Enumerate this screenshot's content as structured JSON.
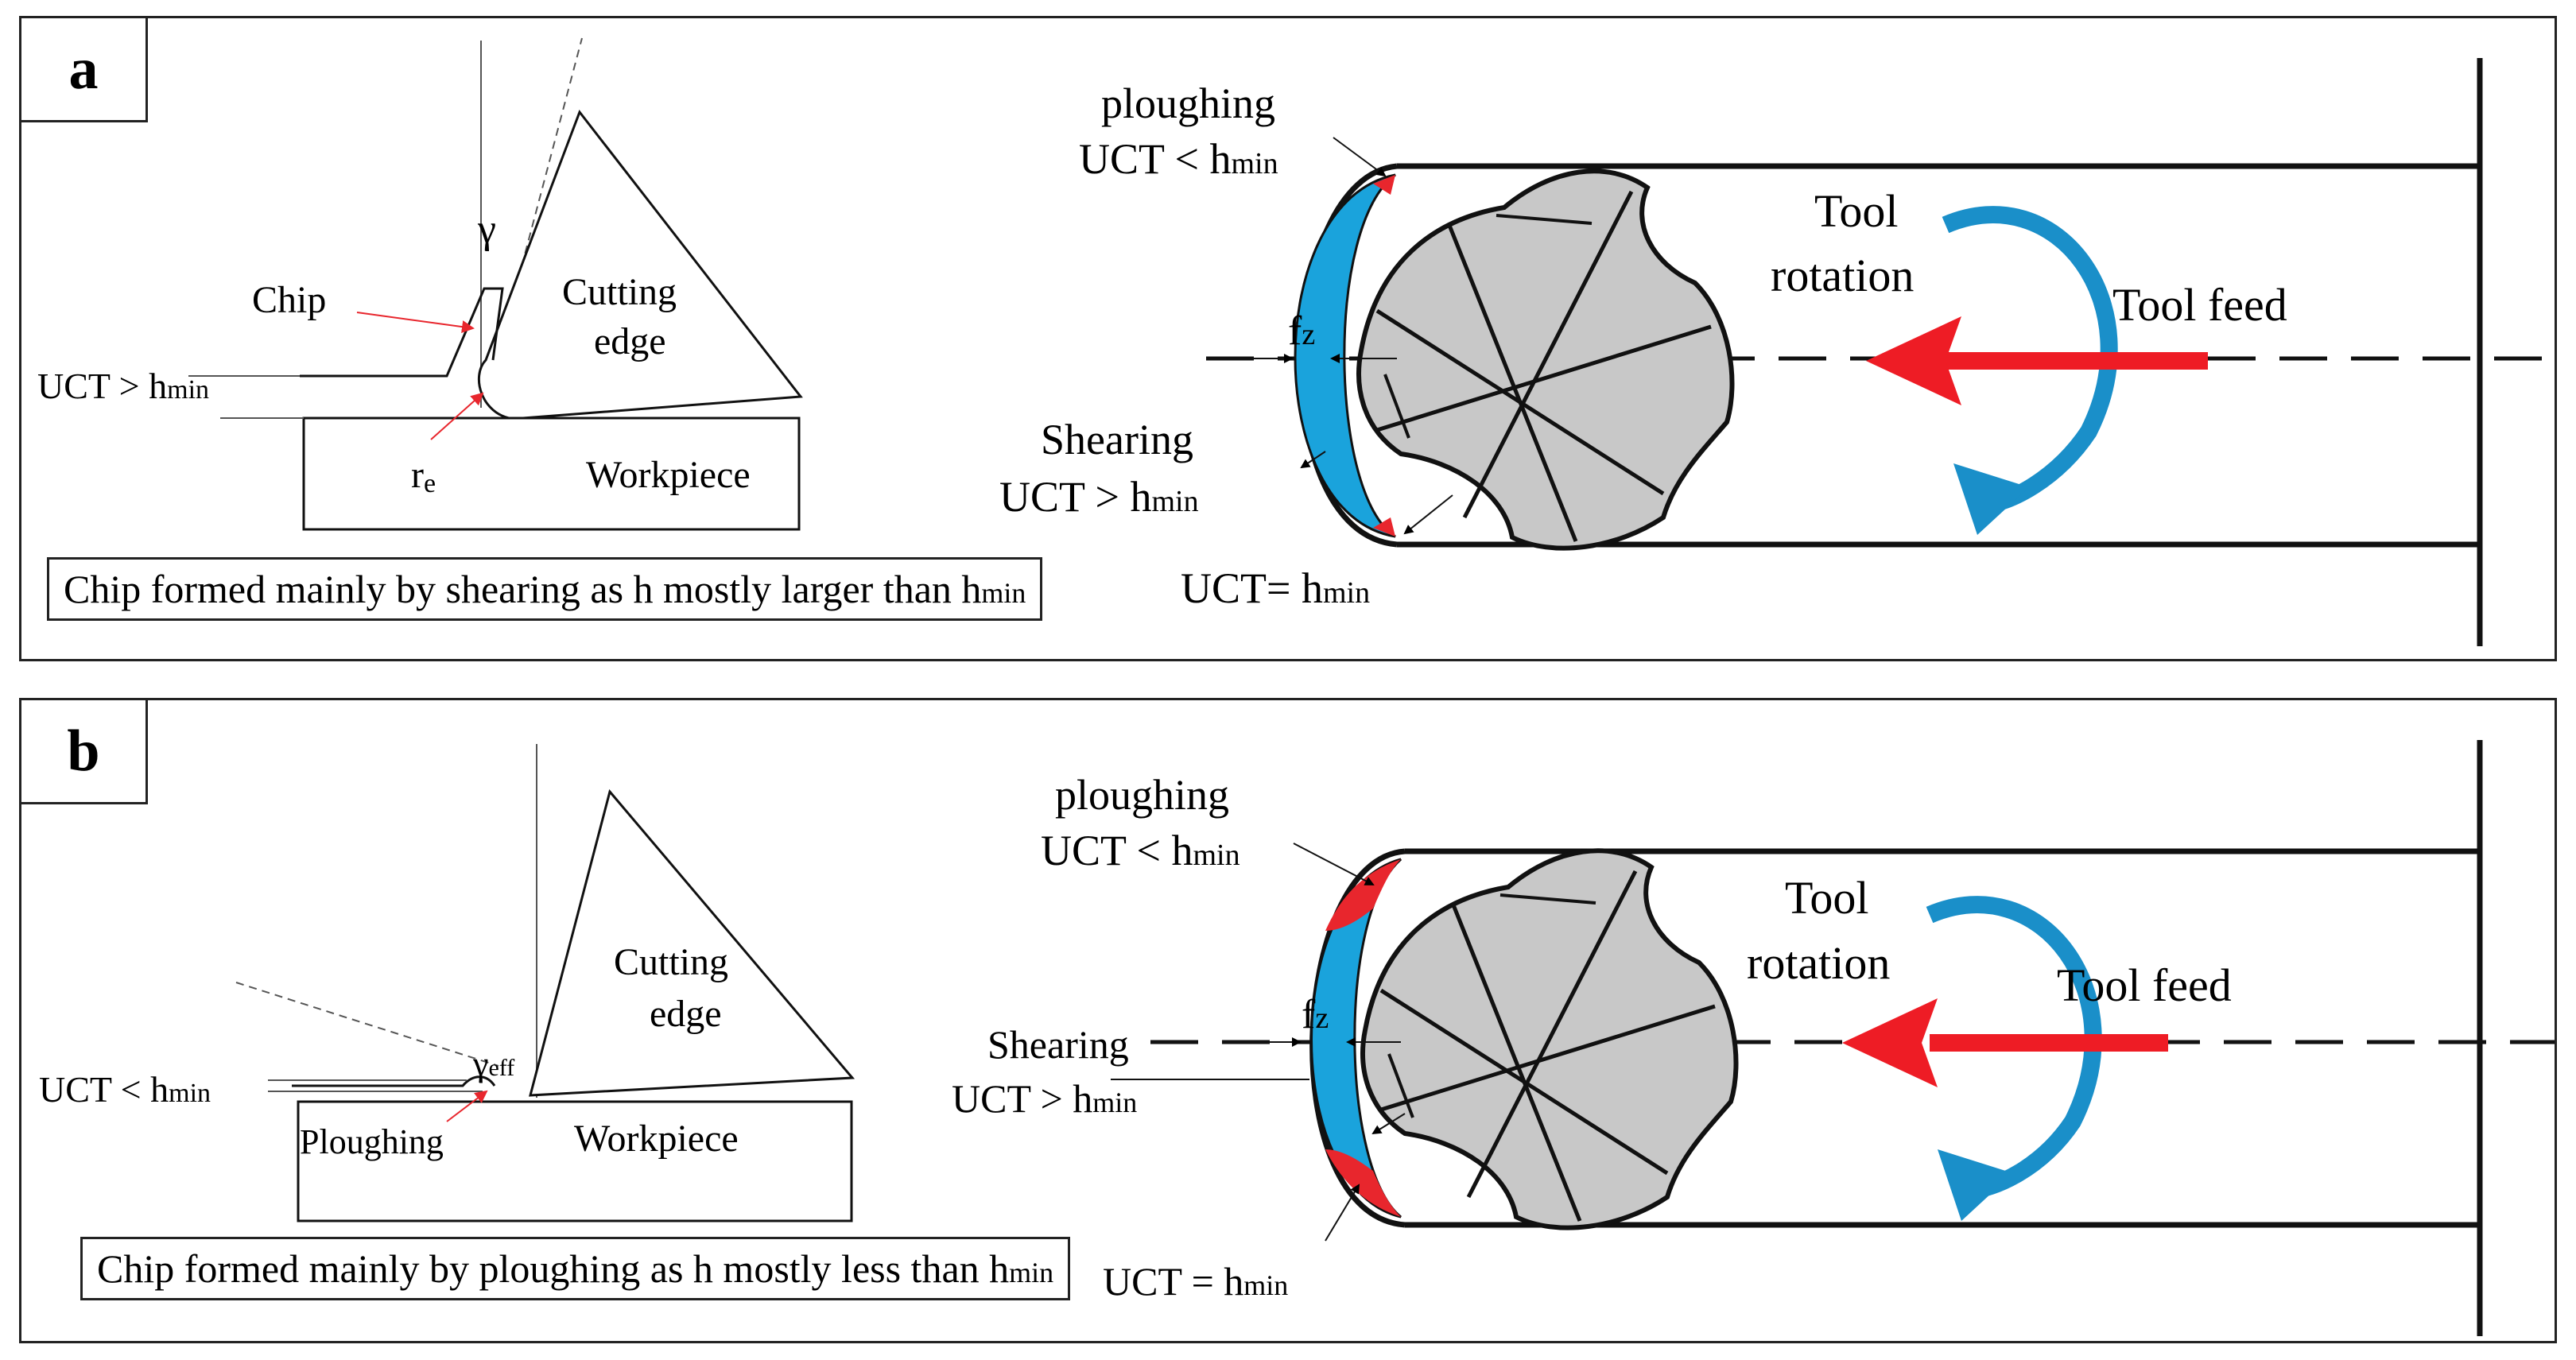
{
  "panels": [
    {
      "label": "a",
      "cut": {
        "chip": "Chip",
        "angle": "γ",
        "cutting_edge": [
          "Cutting",
          "edge"
        ],
        "uct": "UCT > h",
        "uct_sub": "min",
        "edge_radius": "r",
        "edge_radius_sub": "e",
        "workpiece": "Workpiece"
      },
      "caption": "Chip formed mainly by shearing as h mostly larger than h",
      "caption_sub": "min",
      "mill": {
        "ploughing": "ploughing",
        "uct_lt": "UCT < h",
        "uct_sub": "min",
        "fz": "f",
        "fz_sub": "z",
        "shearing": "Shearing",
        "uct_gt": "UCT > h",
        "uct_eq": "UCT= h",
        "rotation": [
          "Tool",
          "rotation"
        ],
        "feed": "Tool feed"
      }
    },
    {
      "label": "b",
      "cut": {
        "angle": "γ",
        "angle_sub": "eff",
        "cutting_edge": [
          "Cutting",
          "edge"
        ],
        "uct": "UCT < h",
        "uct_sub": "min",
        "ploughing": "Ploughing",
        "workpiece": "Workpiece"
      },
      "caption": "Chip formed mainly by ploughing as h mostly less than h",
      "caption_sub": "min",
      "mill": {
        "ploughing": "ploughing",
        "uct_lt": "UCT < h",
        "uct_sub": "min",
        "fz": "f",
        "fz_sub": "z",
        "shearing": "Shearing",
        "uct_gt": "UCT > h",
        "uct_eq": "UCT = h",
        "rotation": [
          "Tool",
          "rotation"
        ],
        "feed": "Tool feed"
      }
    }
  ],
  "colors": {
    "shear_zone": "#1aa3dc",
    "plough_zone": "#e8262d",
    "feed_arrow": "#ee1c25",
    "rotation_arrow": "#1a8fc9",
    "cutter": "#c8c8c8"
  }
}
